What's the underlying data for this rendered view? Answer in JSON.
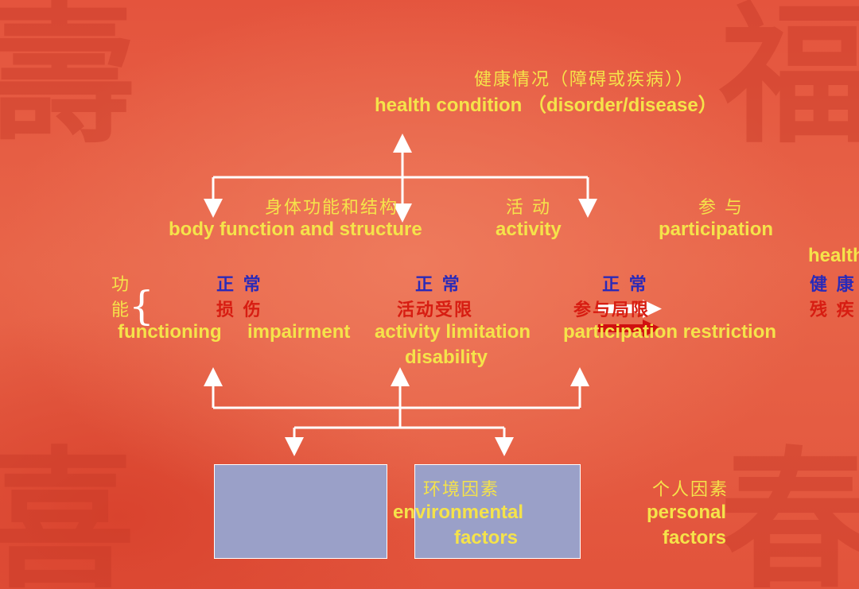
{
  "top": {
    "zh": "健康情况（障碍或疾病））",
    "en": "health condition （disorder/disease）"
  },
  "levels": {
    "body": {
      "zh": "身体功能和结构",
      "en": "body function and structure"
    },
    "activity": {
      "zh": "活 动",
      "en": "activity"
    },
    "participation": {
      "zh": "参 与",
      "en": "participation"
    }
  },
  "left_label": {
    "zh1": "功",
    "zh2": "能",
    "brace": "{",
    "en": "functioning"
  },
  "states": {
    "body": {
      "normal": "正 常",
      "abnormal": "损 伤",
      "en": "impairment"
    },
    "activity": {
      "normal": "正 常",
      "abnormal": "活动受限",
      "en": "activity limitation",
      "en2": "disability"
    },
    "participation": {
      "normal": "正 常",
      "abnormal": "参与局限",
      "en": "participation restriction"
    }
  },
  "right_partial": {
    "en": "health",
    "blue": "健 康",
    "red": "残 疾"
  },
  "context": {
    "environmental": {
      "zh": "环境因素",
      "en1": "environmental",
      "en2": "factors"
    },
    "personal": {
      "zh": "个人因素",
      "en1": "personal",
      "en2": "factors"
    }
  },
  "colors": {
    "text_yellow": "#f5e34a",
    "normal_blue": "#2a2ab8",
    "abnormal_red": "#d71d12",
    "box_fill": "#9aa0c8",
    "arrow_white": "#ffffff",
    "arrow_red": "#d01010"
  }
}
